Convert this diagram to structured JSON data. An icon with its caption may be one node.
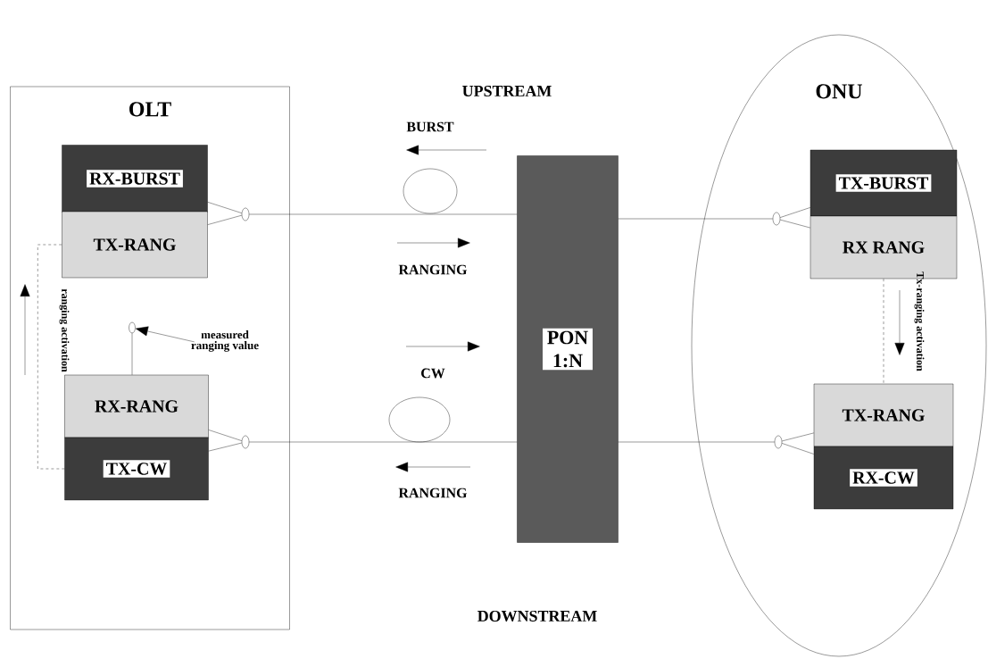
{
  "diagram": {
    "nodes": [
      {
        "text": [
          "OLT"
        ]
      },
      {
        "text": [
          "RX-BURST"
        ],
        "in": 0
      },
      {
        "text": [
          "TX-RANG"
        ],
        "in": 0
      },
      {
        "text": [],
        "shape": "circle",
        "in": 0
      },
      {
        "text": [
          "measured ranging value"
        ],
        "in": 0
      },
      {
        "text": [
          "RX-RANG"
        ],
        "in": 0
      },
      {
        "text": [
          "TX-CW"
        ],
        "in": 0
      },
      {
        "text": [],
        "shape": "circle",
        "in": 0
      },
      {
        "text": [],
        "shape": "circle",
        "in": 0
      },
      {
        "text": [
          "PON 1:N"
        ]
      },
      {
        "text": [
          "ONU"
        ]
      },
      {
        "text": [],
        "shape": "circle",
        "in": 10
      },
      {
        "text": [
          "TX-BURST"
        ],
        "in": 10
      },
      {
        "text": [
          "RX RANG"
        ],
        "in": 10
      },
      {
        "text": [],
        "shape": "circle",
        "in": 10
      },
      {
        "text": [
          "TX-RANG"
        ],
        "in": 10
      },
      {
        "text": [
          "RX-CW"
        ],
        "in": 10
      }
    ],
    "edges": [
      {
        "from": 1,
        "to": 7,
        "arrow": "none"
      },
      {
        "from": 2,
        "to": 7,
        "arrow": "none"
      },
      {
        "from": 7,
        "to": 9,
        "arrow": "none"
      },
      {
        "from": 9,
        "to": 11,
        "arrow": "none"
      },
      {
        "from": 11,
        "to": 12,
        "arrow": "none"
      },
      {
        "from": 11,
        "to": 13,
        "arrow": "none"
      },
      {
        "from": 4,
        "to": 3,
        "arrow": "to"
      },
      {
        "from": 5,
        "to": 3,
        "arrow": "none"
      },
      {
        "from": 5,
        "to": 8,
        "arrow": "none"
      },
      {
        "from": 6,
        "to": 8,
        "arrow": "none"
      },
      {
        "from": 8,
        "to": 9,
        "arrow": "none"
      },
      {
        "from": 9,
        "to": 14,
        "arrow": "none"
      },
      {
        "from": 14,
        "to": 15,
        "arrow": "none"
      },
      {
        "from": 14,
        "to": 16,
        "arrow": "none"
      },
      {
        "from": 6,
        "to": 2,
        "arrow": "none",
        "style": "dashed"
      },
      {
        "from": 13,
        "to": 15,
        "arrow": "none",
        "style": "dashed"
      }
    ],
    "labels": [
      "UPSTREAM",
      "BURST",
      "RANGING",
      "CW",
      "RANGING",
      "DOWNSTREAM",
      "ranging activation",
      "Tx-ranging activation"
    ]
  }
}
